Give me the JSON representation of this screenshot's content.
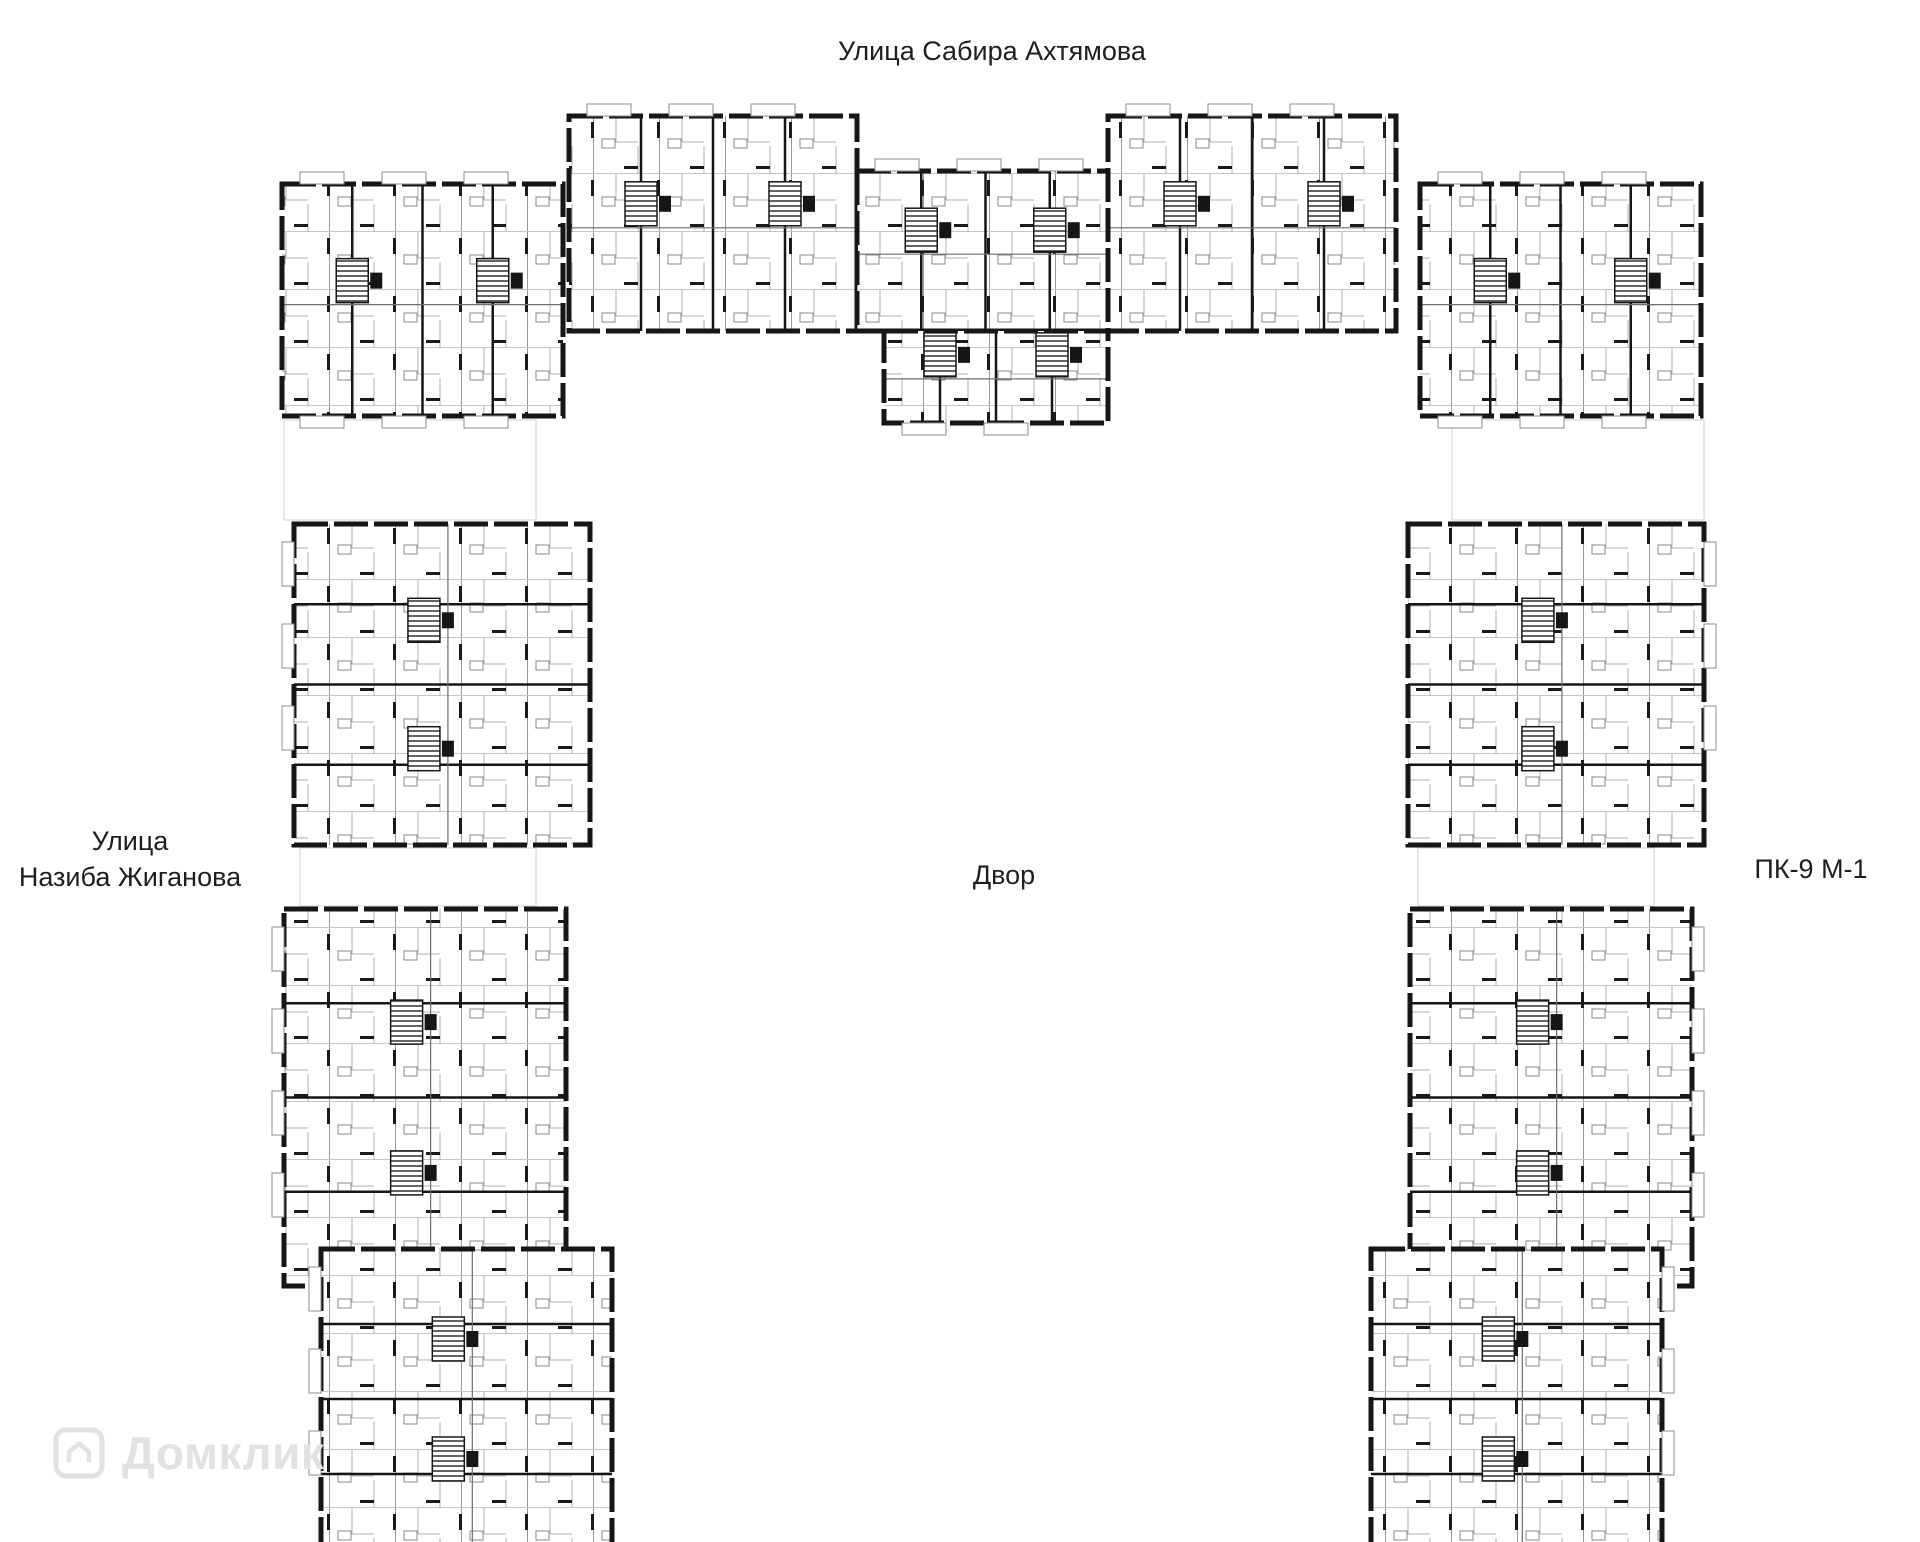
{
  "labels": {
    "street_top": "Улица Сабира Ахтямова",
    "street_left_line1": "Улица",
    "street_left_line2": "Назиба Жиганова",
    "courtyard": "Двор",
    "block_code": "ПК-9 М-1",
    "watermark": "Домклик"
  },
  "colors": {
    "background": "#ffffff",
    "wall": "#161616",
    "partition": "#8d8d8d",
    "faint": "#d8d8d8",
    "text": "#1f1f1f",
    "watermark": "#e2e2e2"
  }
}
